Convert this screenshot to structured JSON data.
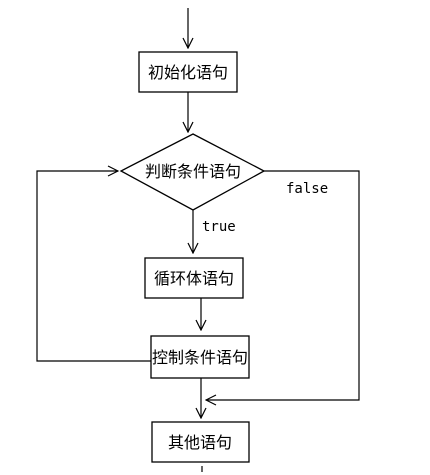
{
  "diagram": {
    "nodes": {
      "init": {
        "label": "初始化语句"
      },
      "condition": {
        "label": "判断条件语句"
      },
      "body": {
        "label": "循环体语句"
      },
      "control": {
        "label": "控制条件语句"
      },
      "other": {
        "label": "其他语句"
      }
    },
    "edges": {
      "true_label": "true",
      "false_label": "false"
    }
  }
}
